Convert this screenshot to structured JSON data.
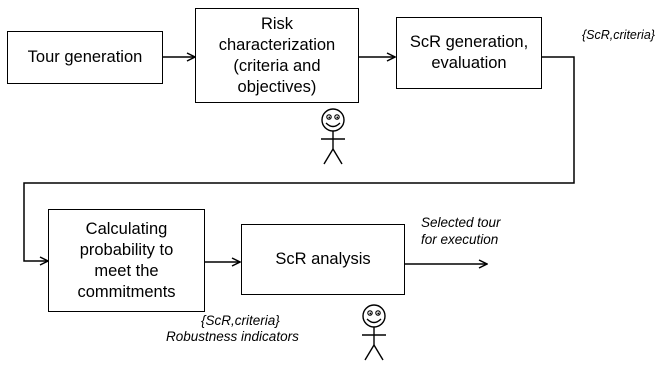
{
  "boxes": {
    "tour_generation": "Tour generation",
    "risk_characterization": [
      "Risk",
      "characterization",
      "(criteria and",
      "objectives)"
    ],
    "scr_generation": [
      "ScR generation,",
      "evaluation"
    ],
    "calculating_probability": [
      "Calculating",
      "probability to",
      "meet the",
      "commitments"
    ],
    "scr_analysis": "ScR analysis"
  },
  "labels": {
    "scr_criteria_top": "{ScR,criteria}",
    "selected_tour": [
      "Selected tour",
      "for execution"
    ],
    "scr_criteria_bottom": "{ScR,criteria}",
    "robustness_indicators": "Robustness indicators"
  },
  "icons": [
    "stick-figure-icon",
    "stick-figure-icon"
  ]
}
